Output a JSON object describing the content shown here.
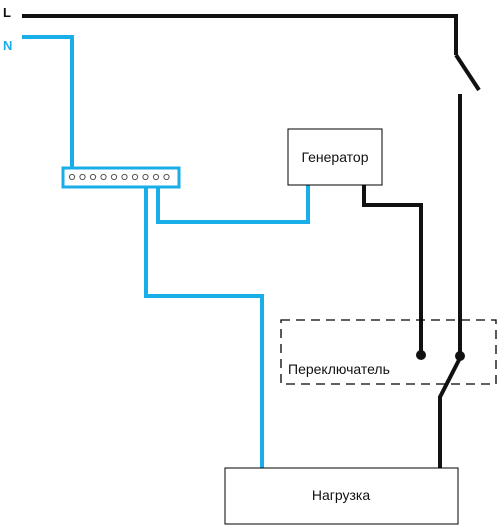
{
  "lines": {
    "phase": "L",
    "neutral": "N"
  },
  "components": {
    "generator": "Генератор",
    "switch": "Переключатель",
    "load": "Нагрузка"
  },
  "terminal_bar": {
    "terminal_count": 10
  },
  "colors": {
    "phase_wire": "#111111",
    "neutral_wire": "#1aaee8",
    "neutral_label": "#1aaee8",
    "outline": "#000000"
  }
}
